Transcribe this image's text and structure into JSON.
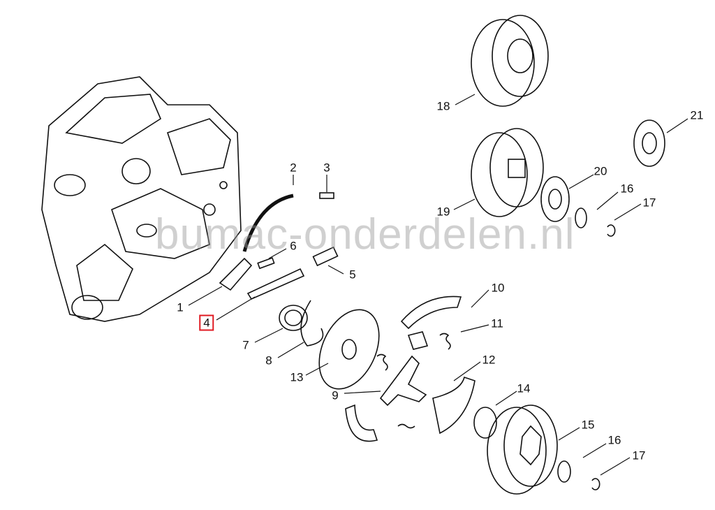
{
  "watermark": "bumac-onderdelen.nl",
  "highlight_color": "#e01a22",
  "parts": {
    "p1": "1",
    "p2": "2",
    "p3": "3",
    "p4": "4",
    "p5": "5",
    "p6": "6",
    "p7": "7",
    "p8": "8",
    "p9": "9",
    "p10": "10",
    "p11": "11",
    "p12": "12",
    "p13": "13",
    "p14": "14",
    "p15": "15",
    "p16a": "16",
    "p16b": "16",
    "p17a": "17",
    "p17b": "17",
    "p18": "18",
    "p19": "19",
    "p20": "20",
    "p21": "21"
  }
}
